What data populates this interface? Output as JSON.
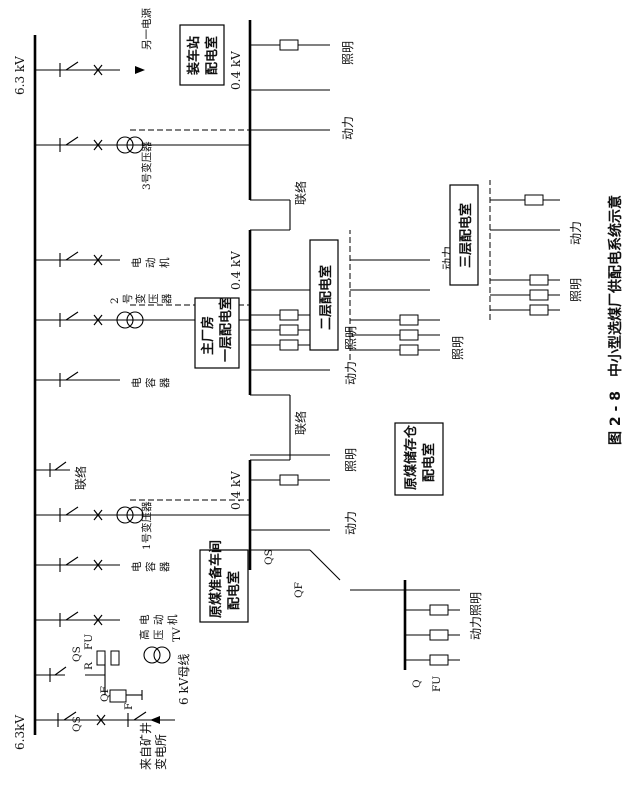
{
  "caption": "图 2 - 8　中小型选煤厂供配电系统示意",
  "main_bus": {
    "left_label": "6.3kV",
    "right_label": "6.3 kV"
  },
  "incoming": {
    "from": "来自矿井",
    "from2": "变电所",
    "qs1": "QS",
    "qf": "QF",
    "qs2": "QS"
  },
  "tv_feeder": {
    "bus_label": "6 kV母线",
    "r": "R",
    "fu": "FU",
    "tv": "TV",
    "f": "F"
  },
  "hv_motor_1": [
    "高",
    "压",
    "电",
    "动",
    "机"
  ],
  "capacitor_1": [
    "电",
    "容",
    "器"
  ],
  "transformer_1": "1号变压器",
  "tie_main": "联络",
  "capacitor_2": [
    "电",
    "容",
    "器"
  ],
  "transformer_2": [
    "2",
    "号",
    "变",
    "压",
    "器"
  ],
  "hv_motor_2": [
    "电",
    "动",
    "机"
  ],
  "transformer_3": "3号变压器",
  "other_source": "另一电源",
  "rooms": {
    "prep": [
      "原煤准备车间",
      "配电室"
    ],
    "storage": [
      "原煤储存仓",
      "配电室"
    ],
    "main": [
      "主厂房",
      "一层配电室"
    ],
    "second": "二层配电室",
    "third": "三层配电室",
    "loading": [
      "装车站",
      "配电室"
    ]
  },
  "lv_labels": {
    "bus_04_a": "0.4 kV",
    "bus_04_b": "0.4 kV",
    "bus_04_c": "0.4 kV",
    "qs": "QS",
    "qf": "QF",
    "q": "Q",
    "fu": "FU",
    "power_lighting": "动力照明",
    "power": "动力",
    "lighting": "照明",
    "tie": "联络"
  }
}
